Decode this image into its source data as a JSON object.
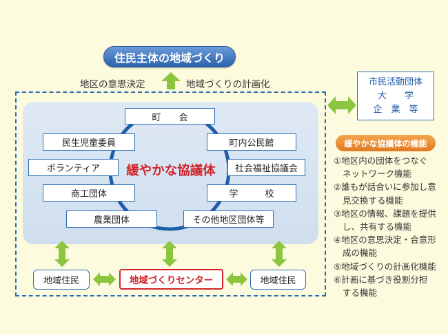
{
  "title": "住民主体の地域づくり",
  "top_labels": {
    "left": "地区の意思決定",
    "right": "地域づくりの計画化"
  },
  "council": {
    "center_label": "緩やかな協議体",
    "members": {
      "town_association": "町　　会",
      "welfare_commissioners": "民生児童委員",
      "community_hall": "町内公民館",
      "volunteers": "ボランティア",
      "social_welfare_council": "社会福祉協議会",
      "commerce_industry": "商工団体",
      "school": "学　　　校",
      "agriculture": "農業団体",
      "other_groups": "その他地区団体等"
    }
  },
  "bottom": {
    "residents_left": "地域住民",
    "center": "地域づくりセンター",
    "residents_right": "地域住民"
  },
  "external_partners": [
    "市民活動団体",
    "大　　学",
    "企　業　等"
  ],
  "functions": {
    "title": "緩やかな協議体の機能",
    "items": [
      [
        "①地区内の団体をつなぐ",
        "ネットワーク機能"
      ],
      [
        "②誰もが話合いに参加し意",
        "見交換する機能"
      ],
      [
        "③地区の情報、課題を提供",
        "し、共有する機能"
      ],
      [
        "④地区の意思決定・合意形",
        "成の機能"
      ],
      [
        "⑤地域づくりの計画化機能"
      ],
      [
        "⑥計画に基づき役割分担",
        "する機能"
      ]
    ]
  },
  "icons": {
    "up_arrow": "arrow-up-icon",
    "link_arrows": "double-arrow-icon"
  },
  "colors": {
    "background": "#fdfbde",
    "accent_blue": "#2c6db5",
    "ring": "#1c5ea8",
    "arrow_green": "#8cc540",
    "highlight_red": "#d3232b",
    "function_orange": "#ea8a2e"
  }
}
